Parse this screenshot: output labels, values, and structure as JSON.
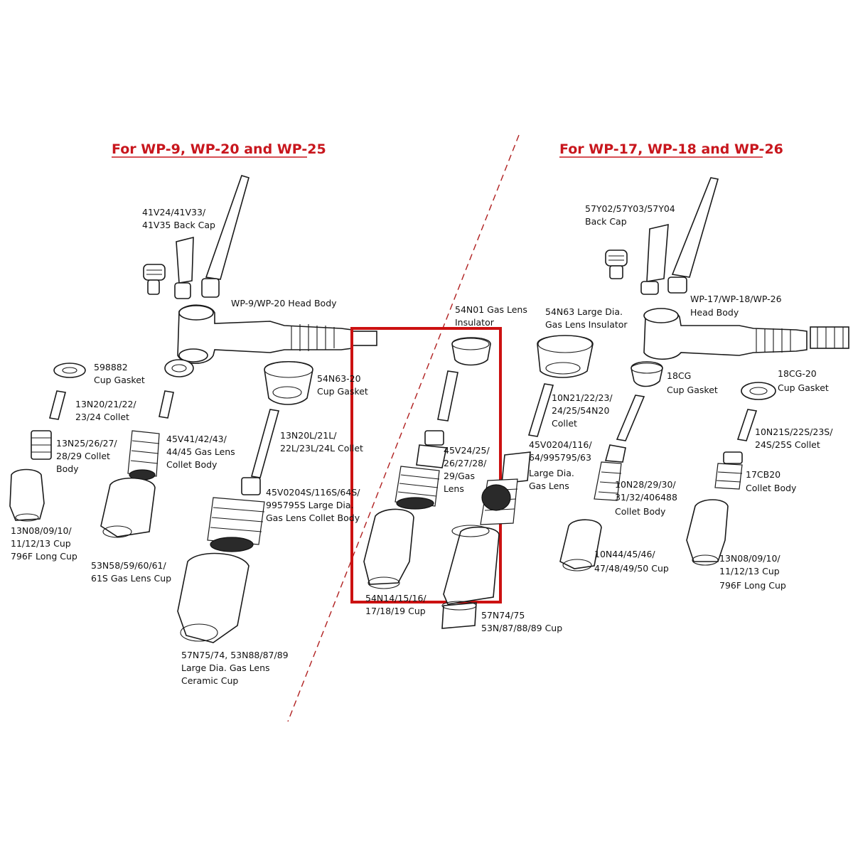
{
  "headers": {
    "left": "For  WP-9, WP-20 and WP-25",
    "right": "For  WP-17, WP-18 and WP-26"
  },
  "labels": {
    "l_backcap": [
      "41V24/41V33/",
      "41V35 Back Cap"
    ],
    "l_headbody": [
      "WP-9/WP-20 Head Body"
    ],
    "l_cupgasket": [
      "598882",
      "Cup Gasket"
    ],
    "l_collet": [
      "13N20/21/22/",
      "23/24 Collet"
    ],
    "l_colletbody": [
      "13N25/26/27/",
      "28/29 Collet",
      "Body"
    ],
    "l_cup": [
      "13N08/09/10/",
      "11/12/13 Cup",
      "796F Long  Cup"
    ],
    "l_gaslens_cb": [
      "45V41/42/43/",
      "44/45 Gas Lens",
      "Collet Body"
    ],
    "l_gaslens_cup": [
      "53N58/59/60/61/",
      "61S  Gas Lens  Cup"
    ],
    "l_cupgasket2": [
      "54N63-20",
      "Cup Gasket"
    ],
    "l_collet_long": [
      "13N20L/21L/",
      "22L/23L/24L Collet"
    ],
    "l_large_cb": [
      "45V0204S/116S/64S/",
      "995795S Large Dia.",
      "Gas Lens Collet Body"
    ],
    "l_large_cup": [
      "57N75/74, 53N88/87/89",
      "Large Dia. Gas Lens",
      "Ceramic Cup"
    ],
    "c_insulator": [
      "54N01 Gas Lens",
      "Insulator"
    ],
    "c_gaslens": [
      "45V24/25/",
      "26/27/28/",
      "29/Gas",
      "Lens"
    ],
    "c_cup": [
      "54N14/15/16/",
      "17/18/19 Cup"
    ],
    "c_largecup": [
      "57N74/75",
      "53N/87/88/89 Cup"
    ],
    "m_large_insul": [
      "54N63 Large Dia.",
      "Gas Lens Insulator"
    ],
    "m_collet": [
      "10N21/22/23/",
      "24/25/54N20",
      "Collet"
    ],
    "m_large_gl": [
      "45V0204/116/",
      "64/995795/63",
      "Large Dia.",
      "Gas Lens"
    ],
    "r_backcap": [
      "57Y02/57Y03/57Y04",
      "Back Cap"
    ],
    "r_headbody": [
      "WP-17/WP-18/WP-26",
      "Head Body"
    ],
    "r_cupgasket": [
      "18CG",
      "Cup Gasket"
    ],
    "r_cupgasket2": [
      "18CG-20",
      "Cup Gasket"
    ],
    "r_colletbody": [
      "10N28/29/30/",
      "31/32/406488",
      "Collet Body"
    ],
    "r_collet": [
      "10N21S/22S/23S/",
      "24S/25S Collet"
    ],
    "r_colletbody2": [
      "17CB20",
      "Collet Body"
    ],
    "r_cup1": [
      "10N44/45/46/",
      "47/48/49/50 Cup"
    ],
    "r_cup2": [
      "13N08/09/10/",
      "11/12/13 Cup",
      "796F Long  Cup"
    ]
  },
  "colors": {
    "header": "#c8161d",
    "highlight_box": "#cc1111",
    "divider": "#b02020"
  }
}
